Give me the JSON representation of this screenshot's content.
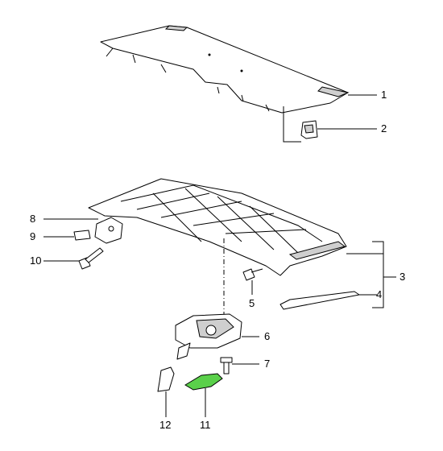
{
  "diagram": {
    "callouts": [
      {
        "id": "1",
        "label": "1"
      },
      {
        "id": "2",
        "label": "2"
      },
      {
        "id": "3",
        "label": "3"
      },
      {
        "id": "4",
        "label": "4"
      },
      {
        "id": "5",
        "label": "5"
      },
      {
        "id": "6",
        "label": "6"
      },
      {
        "id": "7",
        "label": "7"
      },
      {
        "id": "8",
        "label": "8"
      },
      {
        "id": "9",
        "label": "9"
      },
      {
        "id": "10",
        "label": "10"
      },
      {
        "id": "11",
        "label": "11"
      },
      {
        "id": "12",
        "label": "12"
      }
    ],
    "highlight_color": "#5ad04a"
  }
}
